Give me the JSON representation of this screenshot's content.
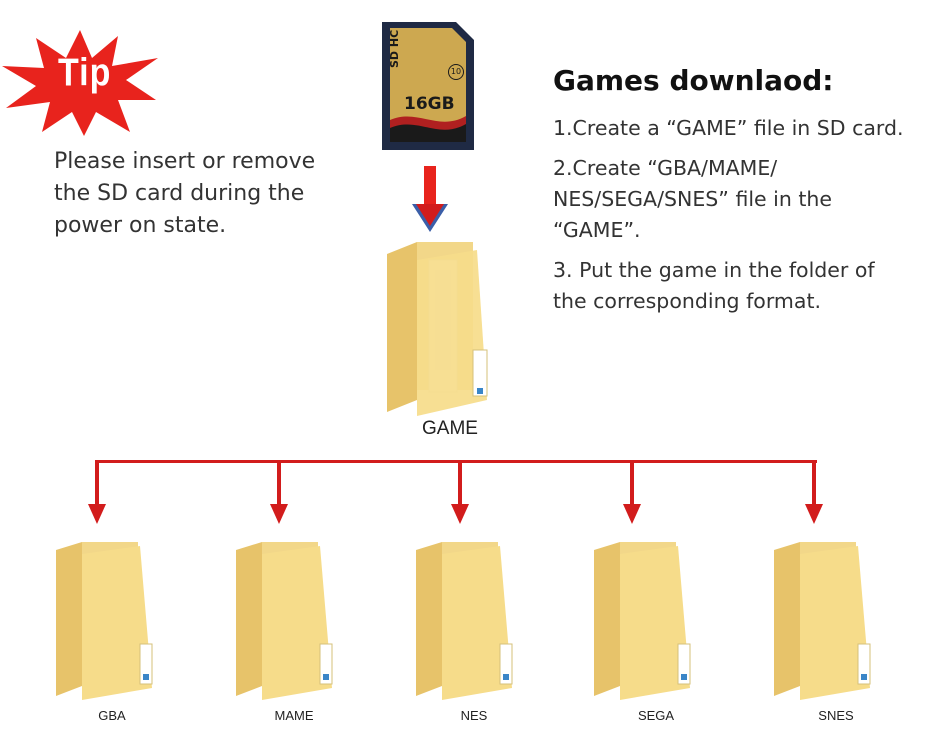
{
  "tip": {
    "badge": "Tip",
    "note": "Please insert or remove the SD card during the power on state."
  },
  "sd_card": {
    "capacity": "16GB",
    "brand_mark": "SD HC",
    "class_mark": "10"
  },
  "guide": {
    "title": "Games downlaod:",
    "steps": [
      "1.Create a “GAME” file in SD card.",
      "2.Create “GBA/MAME/ NES/SEGA/SNES” file in the “GAME”.",
      "3. Put the game in the folder of the corresponding format."
    ]
  },
  "root_folder": {
    "label": "GAME"
  },
  "subfolders": [
    {
      "label": "GBA"
    },
    {
      "label": "MAME"
    },
    {
      "label": "NES"
    },
    {
      "label": "SEGA"
    },
    {
      "label": "SNES"
    }
  ],
  "colors": {
    "accent_red": "#d21c1c",
    "arrow_blue": "#3a5ea8",
    "folder_yellow": "#f6dc8a",
    "sd_gold": "#c9a94a"
  }
}
